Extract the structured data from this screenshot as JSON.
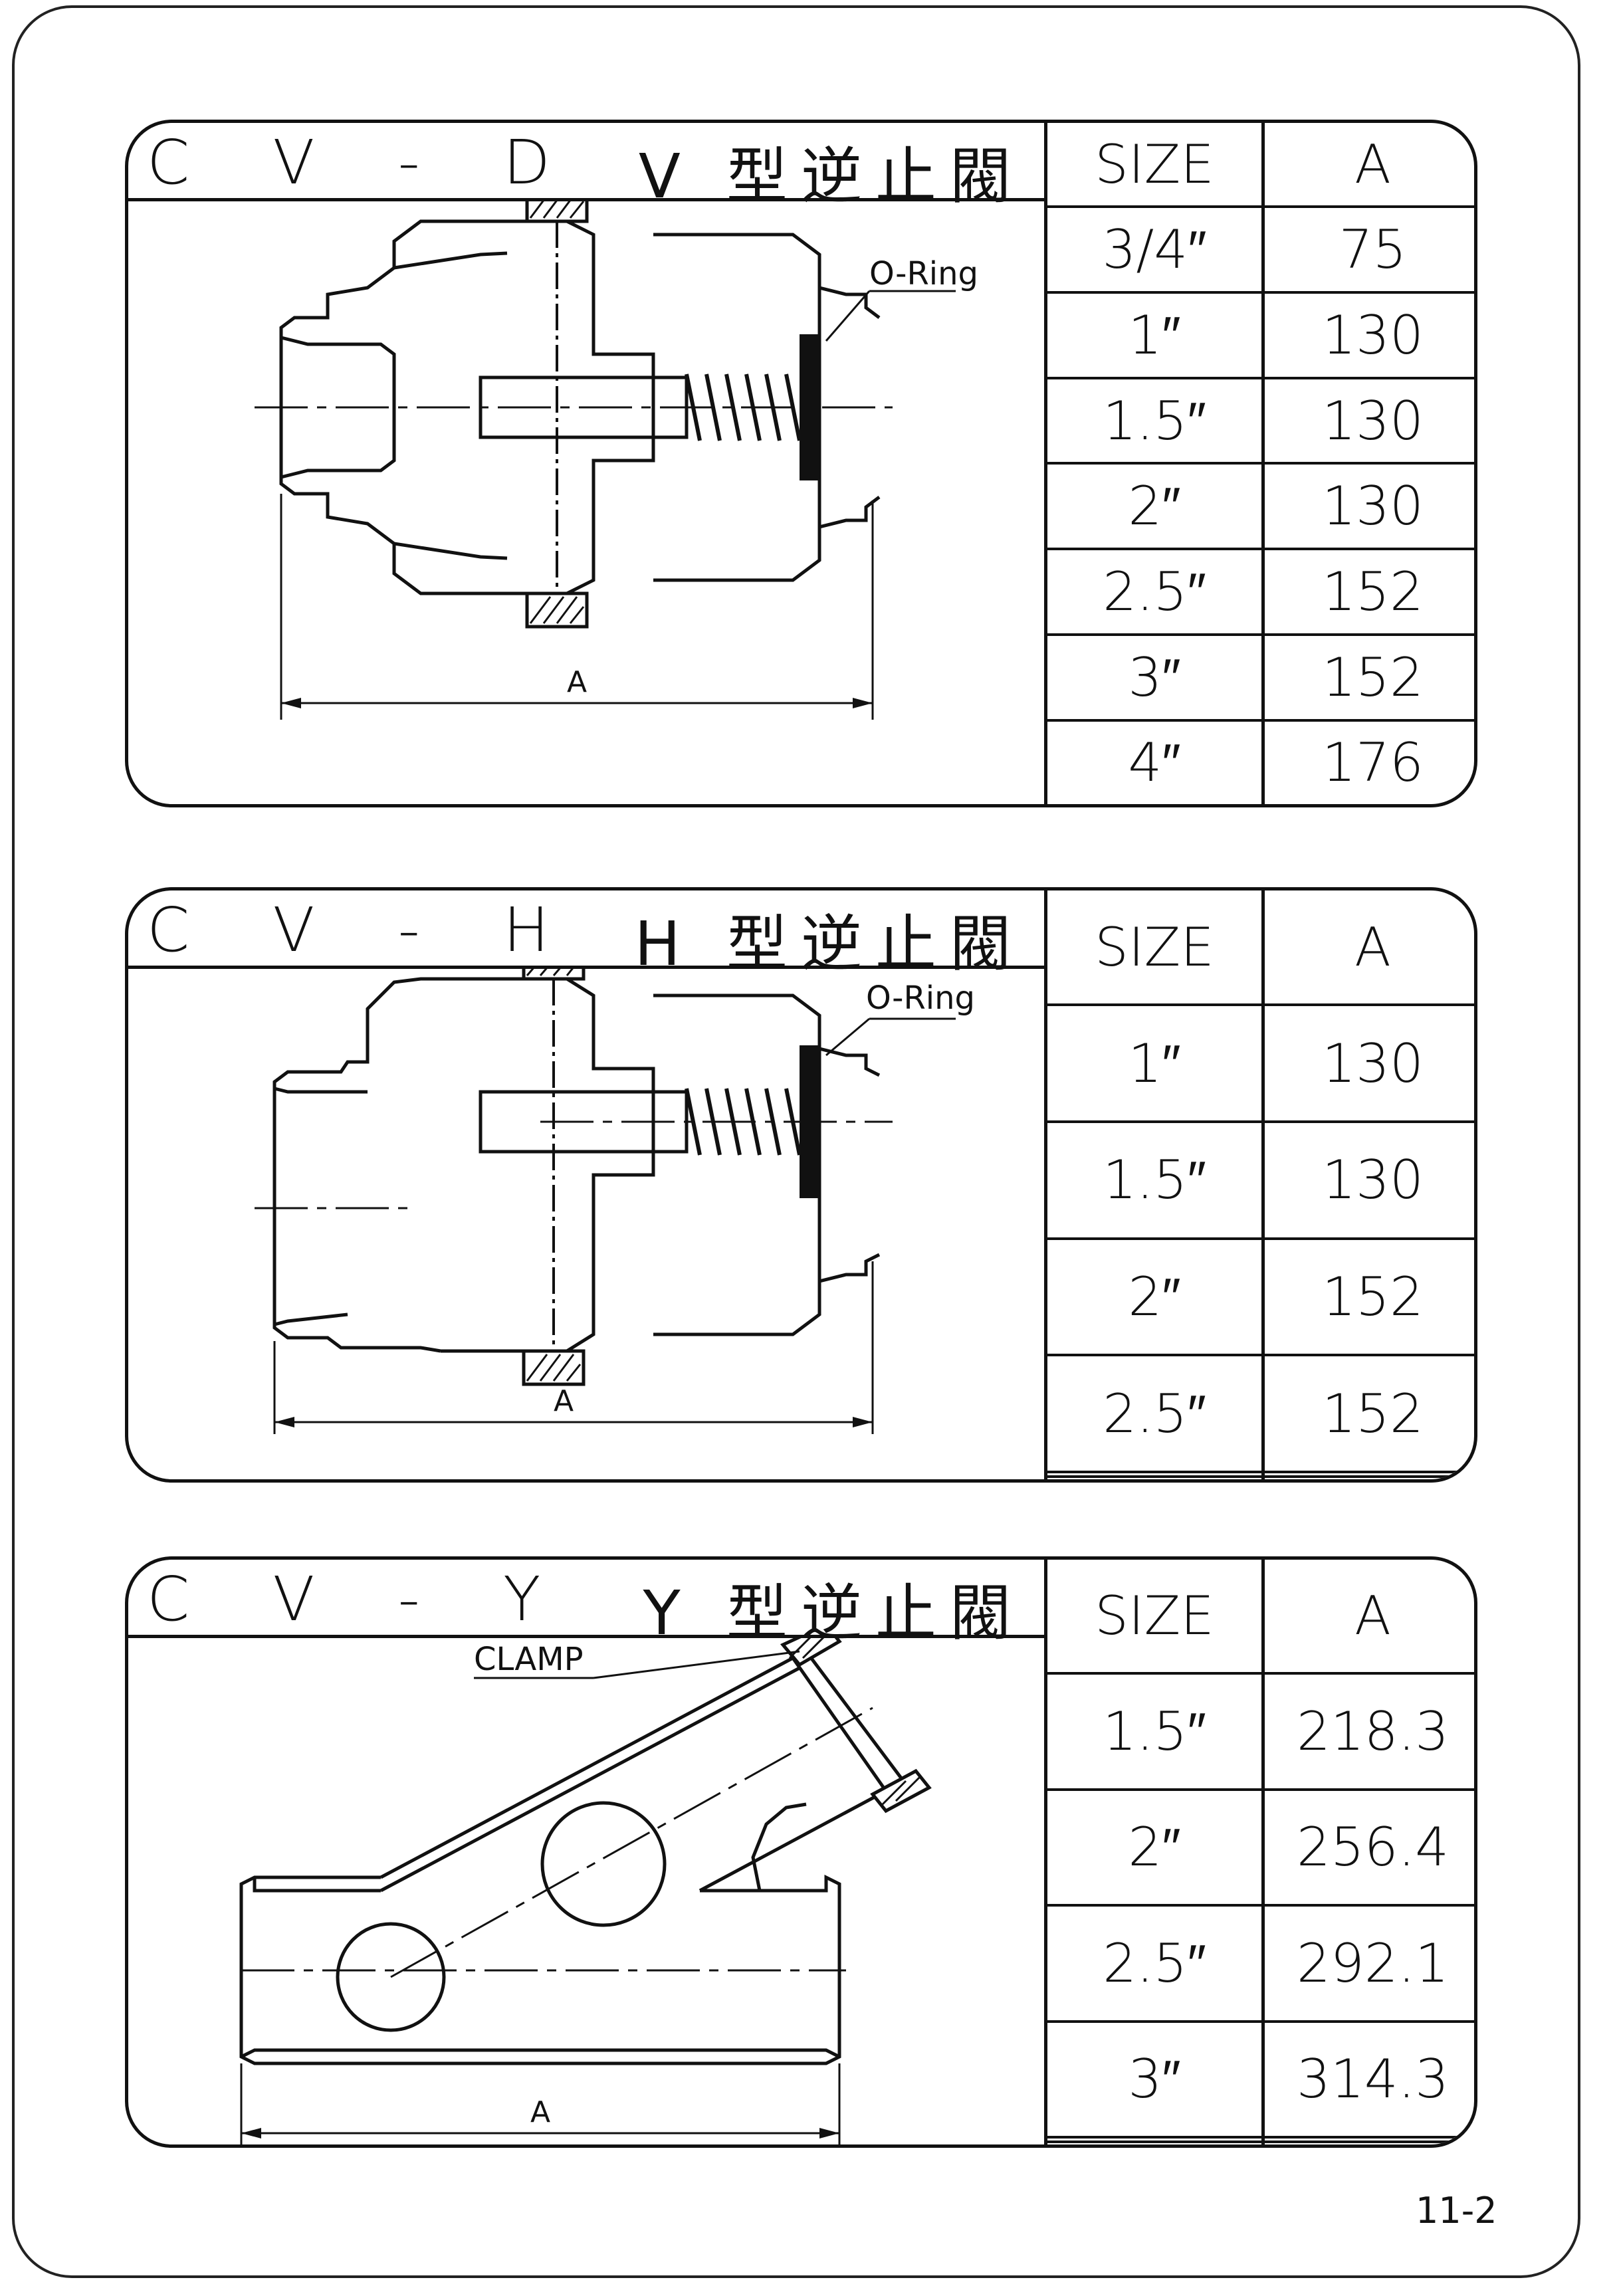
{
  "page_number": "11-2",
  "column_headers": {
    "size": "SIZE",
    "a": "A"
  },
  "dimension_label": "A",
  "panels": [
    {
      "model": "C V - D",
      "type": "V 型逆止閥",
      "callout": "O-Ring",
      "rows": [
        {
          "size": "3/4″",
          "a": "75"
        },
        {
          "size": "1″",
          "a": "130"
        },
        {
          "size": "1.5″",
          "a": "130"
        },
        {
          "size": "2″",
          "a": "130"
        },
        {
          "size": "2.5″",
          "a": "152"
        },
        {
          "size": "3″",
          "a": "152"
        },
        {
          "size": "4″",
          "a": "176"
        }
      ]
    },
    {
      "model": "C V - H",
      "type": "H 型逆止閥",
      "callout": "O-Ring",
      "rows": [
        {
          "size": "1″",
          "a": "130"
        },
        {
          "size": "1.5″",
          "a": "130"
        },
        {
          "size": "2″",
          "a": "152"
        },
        {
          "size": "2.5″",
          "a": "152"
        },
        {
          "size": "",
          "a": ""
        },
        {
          "size": "",
          "a": ""
        }
      ]
    },
    {
      "model": "C V - Y",
      "type": "Y 型逆止閥",
      "callout": "CLAMP",
      "rows": [
        {
          "size": "1.5″",
          "a": "218.3"
        },
        {
          "size": "2″",
          "a": "256.4"
        },
        {
          "size": "2.5″",
          "a": "292.1"
        },
        {
          "size": "3″",
          "a": "314.3"
        },
        {
          "size": "",
          "a": ""
        },
        {
          "size": "",
          "a": ""
        }
      ]
    }
  ]
}
